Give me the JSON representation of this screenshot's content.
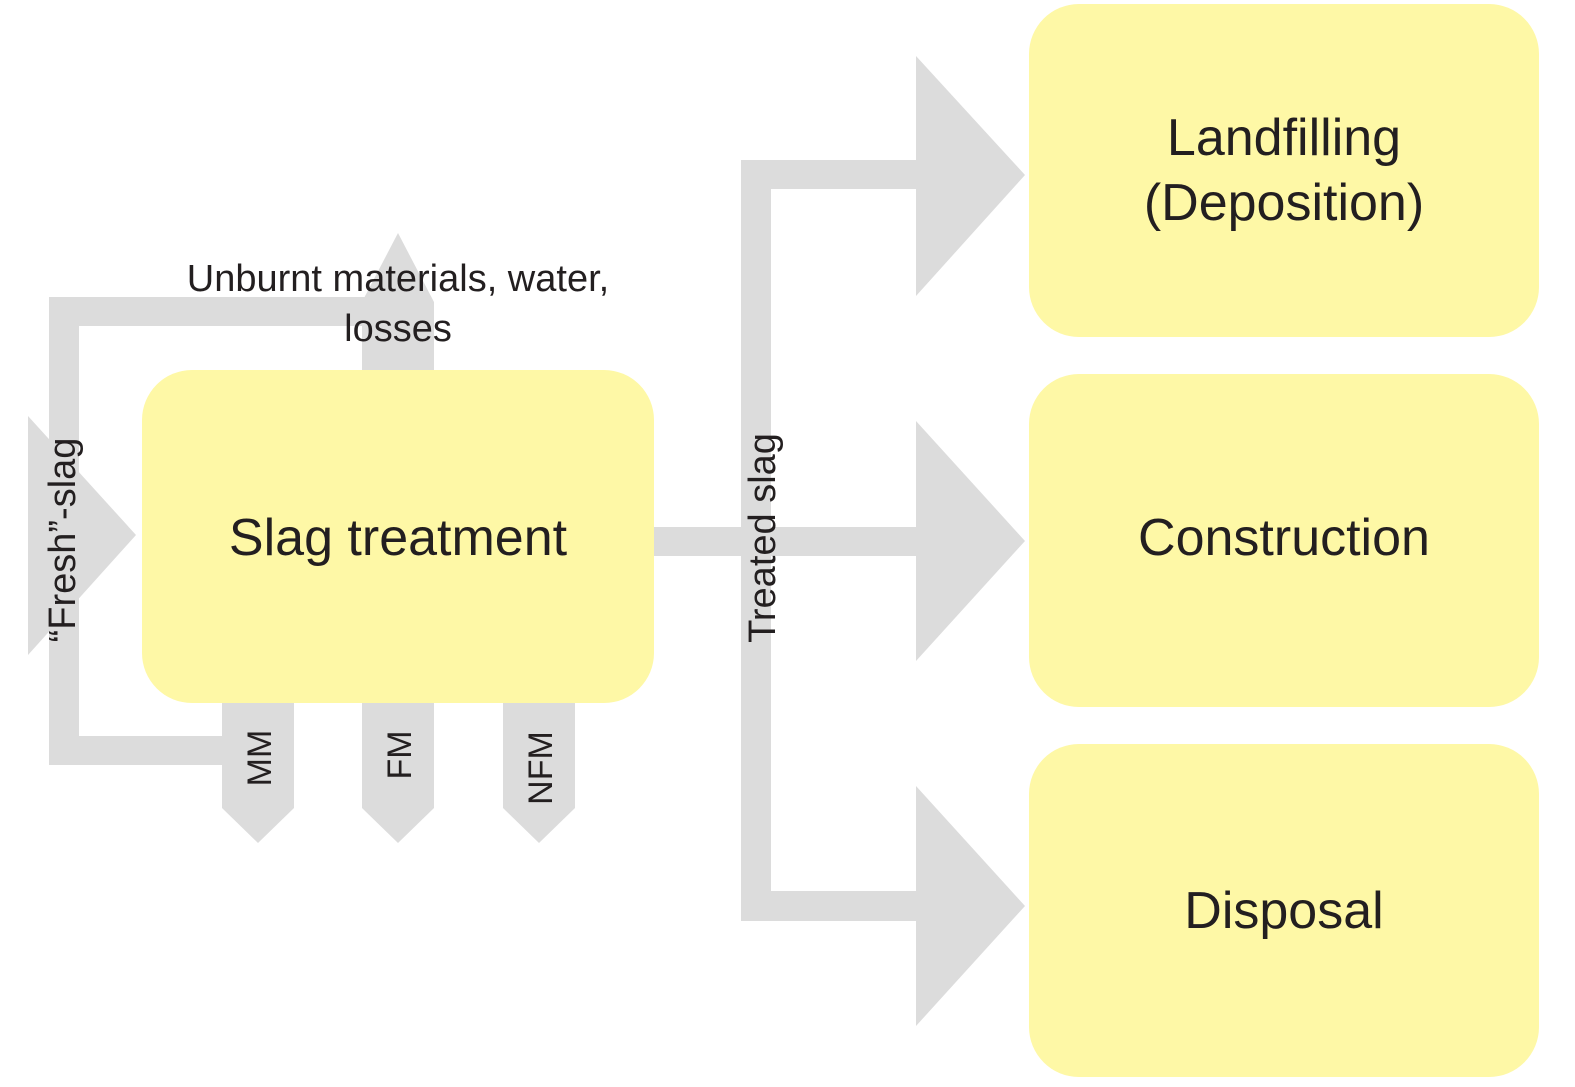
{
  "diagram": {
    "colors": {
      "box_fill": "#fef8a6",
      "arrow_fill": "#dcdcdc",
      "text": "#231f20",
      "background": "#ffffff"
    },
    "central_process": {
      "label": "Slag treatment"
    },
    "input_flow": {
      "label": "“Fresh”-slag"
    },
    "losses_flow": {
      "line1": "Unburnt materials, water,",
      "line2": "losses"
    },
    "output_flows": [
      {
        "label": "MM"
      },
      {
        "label": "FM"
      },
      {
        "label": "NFM"
      }
    ],
    "treated_flow": {
      "label": "Treated slag"
    },
    "destinations": [
      {
        "line1": "Landfilling",
        "line2": "(Deposition)"
      },
      {
        "line1": "Construction",
        "line2": ""
      },
      {
        "line1": "Disposal",
        "line2": ""
      }
    ]
  }
}
